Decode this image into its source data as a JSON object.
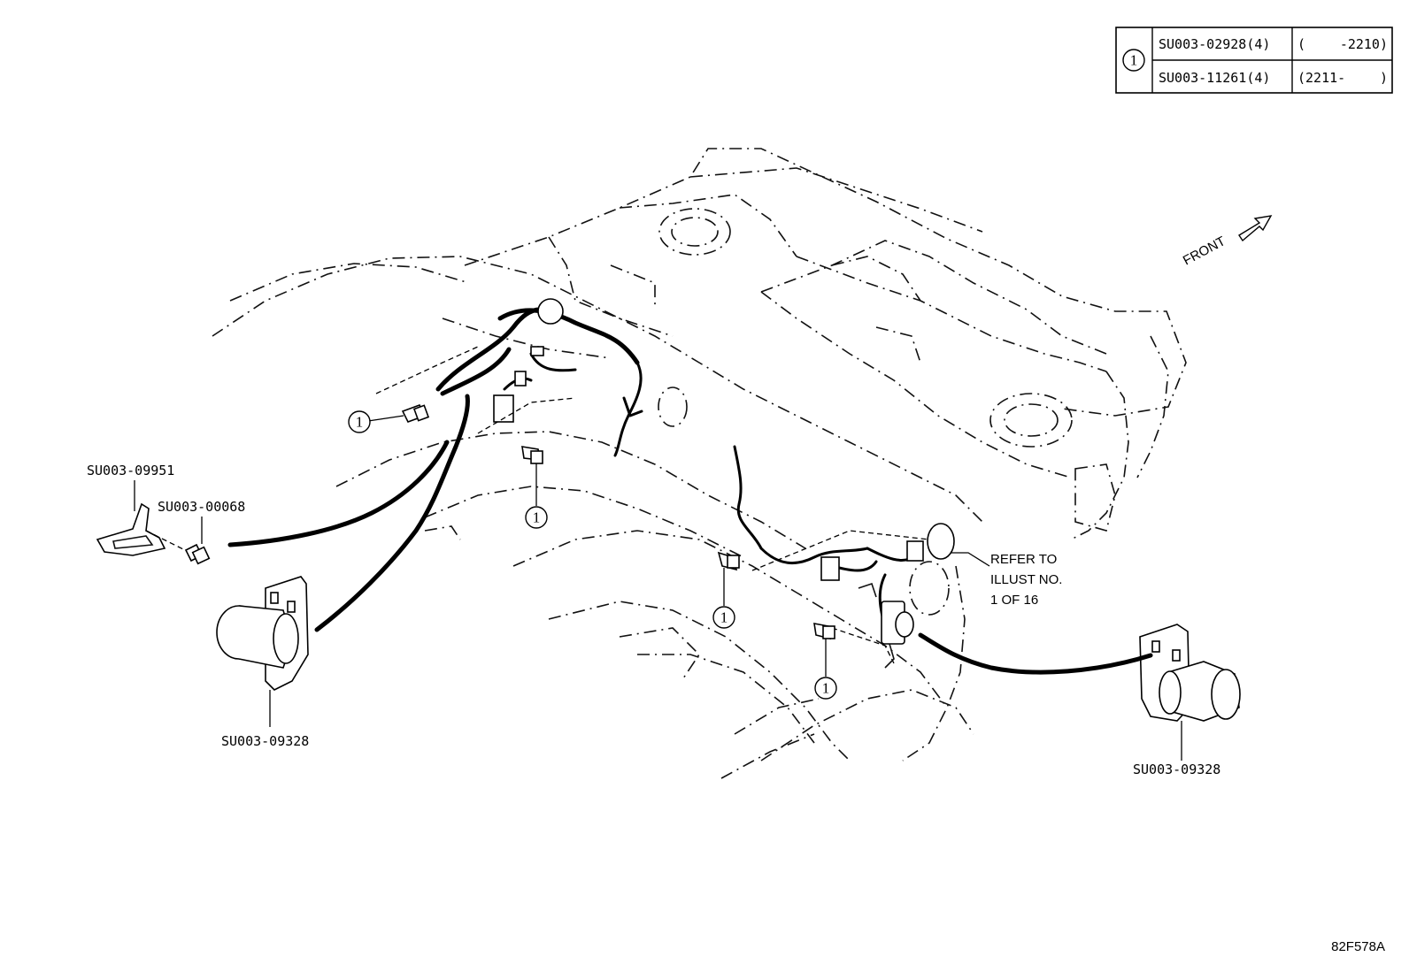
{
  "table": {
    "callout_symbol": "1",
    "rows": [
      {
        "part": "SU003-02928(4)",
        "range_open": "(",
        "range_value": "-2210)"
      },
      {
        "part": "SU003-11261(4)",
        "range_open": "(2211-",
        "range_value": ")"
      }
    ]
  },
  "direction_label": "FRONT",
  "labels": {
    "bracket_left": "SU003-09951",
    "bolt_left": "SU003-00068",
    "sensor_left": "SU003-09328",
    "sensor_right": "SU003-09328",
    "refer_line1": "REFER TO",
    "refer_line2": "ILLUST NO.",
    "refer_line3": "1 OF 16"
  },
  "callouts": [
    "1",
    "1",
    "1",
    "1"
  ],
  "figure_code": "82F578A"
}
